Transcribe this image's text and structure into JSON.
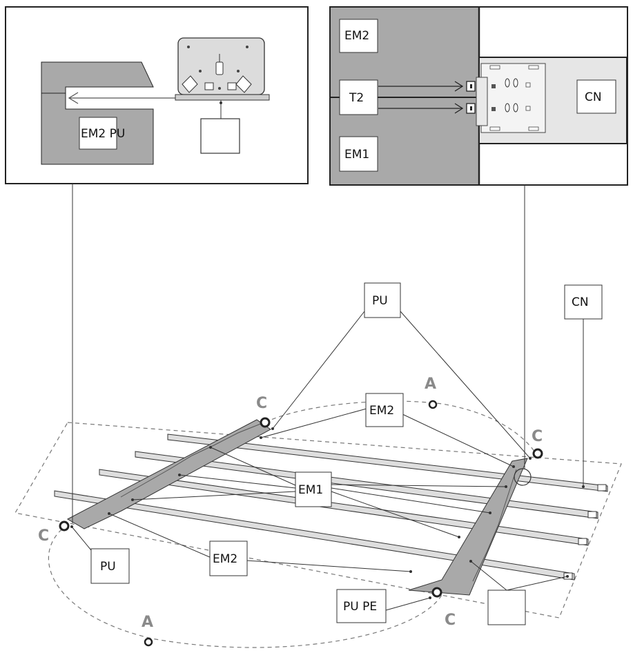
{
  "labels": {
    "em2": "EM2",
    "em1": "EM1",
    "pu": "PU",
    "t2": "T2",
    "cn": "CN",
    "em2_pu": "EM2 PU",
    "pu_pe": "PU PE",
    "c": "C",
    "a": "A"
  },
  "colors": {
    "shaded": "#a9a9a9",
    "light_panel": "#e6e6e6",
    "rail_fill": "#dedede",
    "line": "#222222",
    "marker_text": "#8a8a8a"
  }
}
